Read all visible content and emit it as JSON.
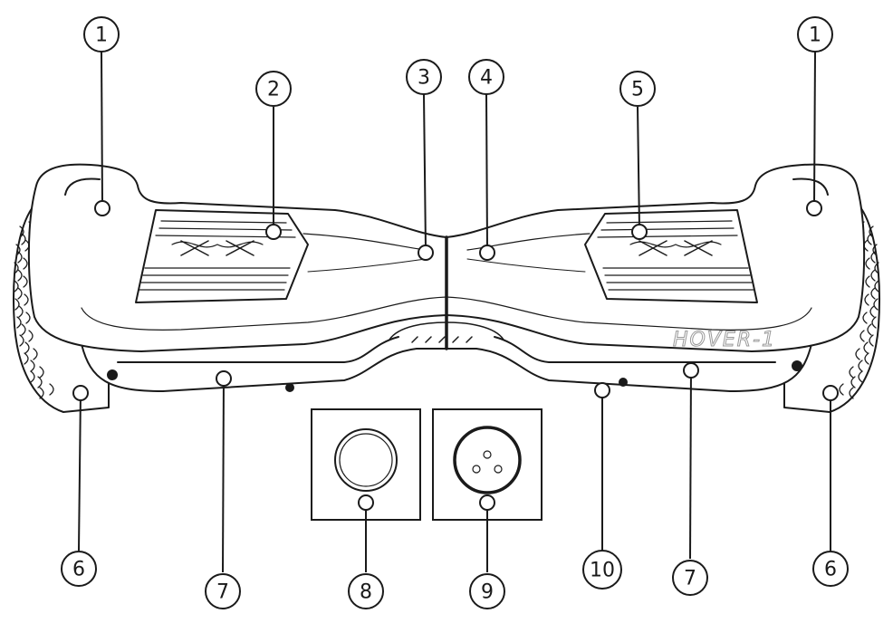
{
  "diagram": {
    "brand_text": "HOVER-1",
    "callouts": [
      {
        "id": "c1-left",
        "label": "1"
      },
      {
        "id": "c1-right",
        "label": "1"
      },
      {
        "id": "c2",
        "label": "2"
      },
      {
        "id": "c3",
        "label": "3"
      },
      {
        "id": "c4",
        "label": "4"
      },
      {
        "id": "c5",
        "label": "5"
      },
      {
        "id": "c6-left",
        "label": "6"
      },
      {
        "id": "c6-right",
        "label": "6"
      },
      {
        "id": "c7-left",
        "label": "7"
      },
      {
        "id": "c7-right",
        "label": "7"
      },
      {
        "id": "c8",
        "label": "8"
      },
      {
        "id": "c9",
        "label": "9"
      },
      {
        "id": "c10",
        "label": "10"
      }
    ]
  }
}
